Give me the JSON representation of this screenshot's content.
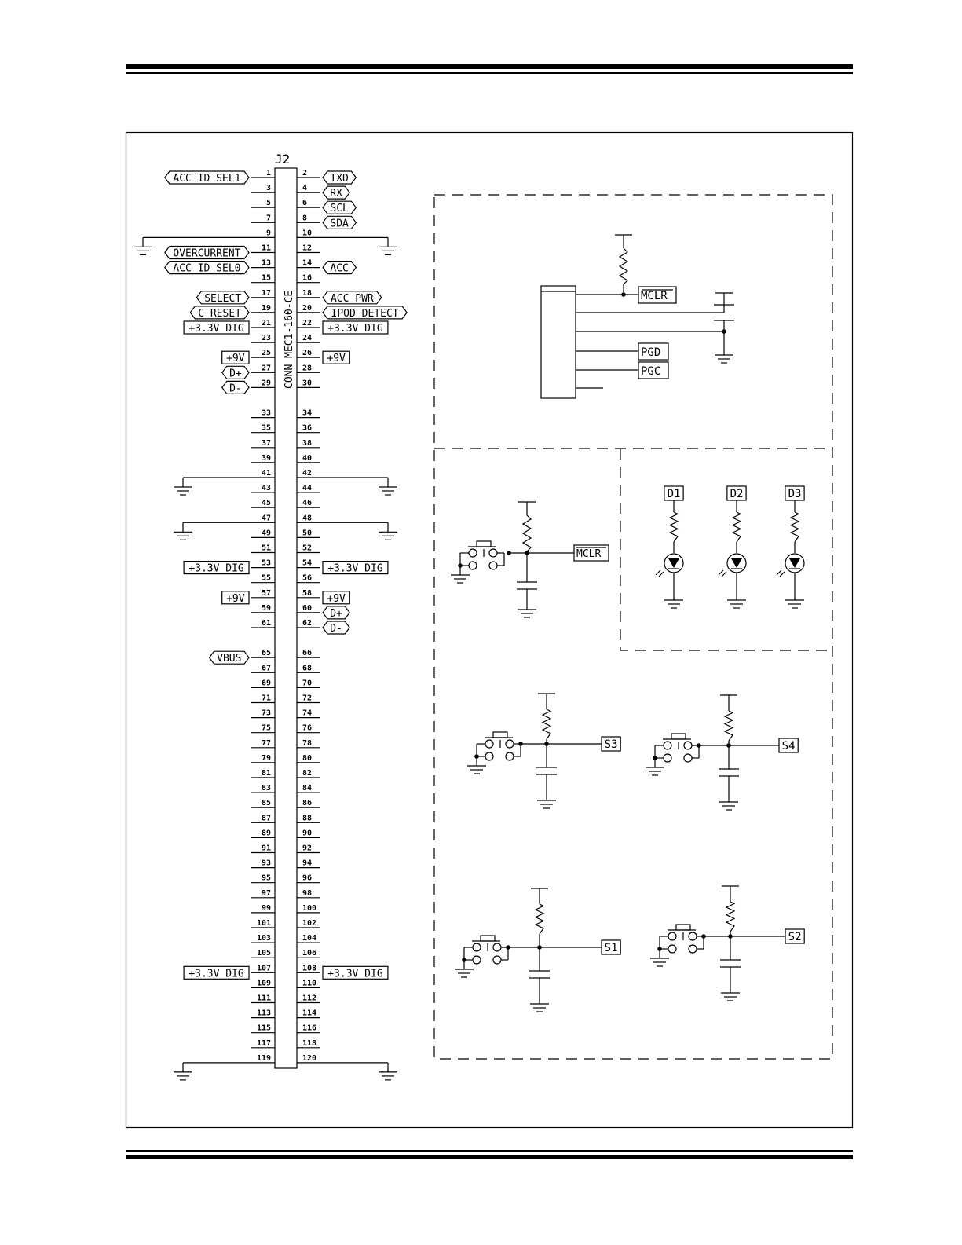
{
  "connector": {
    "ref": "J2",
    "part": "CONN_MEC1-160-CE",
    "odd_pins": [
      "1",
      "3",
      "5",
      "7",
      "9",
      "11",
      "13",
      "15",
      "17",
      "19",
      "21",
      "23",
      "25",
      "27",
      "29",
      "33",
      "35",
      "37",
      "39",
      "41",
      "43",
      "45",
      "47",
      "49",
      "51",
      "53",
      "55",
      "57",
      "59",
      "61",
      "65",
      "67",
      "69",
      "71",
      "73",
      "75",
      "77",
      "79",
      "81",
      "83",
      "85",
      "87",
      "89",
      "91",
      "93",
      "95",
      "97",
      "99",
      "101",
      "103",
      "105",
      "107",
      "109",
      "111",
      "113",
      "115",
      "117",
      "119"
    ],
    "even_pins": [
      "2",
      "4",
      "6",
      "8",
      "10",
      "12",
      "14",
      "16",
      "18",
      "20",
      "22",
      "24",
      "26",
      "28",
      "30",
      "34",
      "36",
      "38",
      "40",
      "42",
      "44",
      "46",
      "48",
      "50",
      "52",
      "54",
      "56",
      "58",
      "60",
      "62",
      "66",
      "68",
      "70",
      "72",
      "74",
      "76",
      "78",
      "80",
      "82",
      "84",
      "86",
      "88",
      "90",
      "92",
      "94",
      "96",
      "98",
      "100",
      "102",
      "104",
      "106",
      "108",
      "110",
      "112",
      "114",
      "116",
      "118",
      "120"
    ],
    "left_nets": [
      {
        "pin": "1",
        "text": "ACC_ID_SEL1",
        "style": "hex"
      },
      {
        "pin": "11",
        "text": "OVERCURRENT",
        "style": "hex"
      },
      {
        "pin": "13",
        "text": "ACC_ID_SEL0",
        "style": "hex"
      },
      {
        "pin": "17",
        "text": "SELECT",
        "style": "hex"
      },
      {
        "pin": "19",
        "text": "C_RESET",
        "style": "hex"
      },
      {
        "pin": "21",
        "text": "+3.3V_DIG",
        "style": "box"
      },
      {
        "pin": "25",
        "text": "+9V",
        "style": "box"
      },
      {
        "pin": "27",
        "text": "D+",
        "style": "hex"
      },
      {
        "pin": "29",
        "text": "D-",
        "style": "hex"
      },
      {
        "pin": "53",
        "text": "+3.3V_DIG",
        "style": "box"
      },
      {
        "pin": "57",
        "text": "+9V",
        "style": "box"
      },
      {
        "pin": "65",
        "text": "VBUS",
        "style": "hex"
      },
      {
        "pin": "107",
        "text": "+3.3V_DIG",
        "style": "box"
      }
    ],
    "right_nets": [
      {
        "pin": "2",
        "text": "TXD",
        "style": "hex"
      },
      {
        "pin": "4",
        "text": "RX",
        "style": "hex"
      },
      {
        "pin": "6",
        "text": "SCL",
        "style": "hex"
      },
      {
        "pin": "8",
        "text": "SDA",
        "style": "hex"
      },
      {
        "pin": "14",
        "text": "ACC",
        "style": "hex"
      },
      {
        "pin": "18",
        "text": "ACC_PWR",
        "style": "hex"
      },
      {
        "pin": "20",
        "text": "IPOD_DETECT",
        "style": "hex"
      },
      {
        "pin": "22",
        "text": "+3.3V_DIG",
        "style": "box"
      },
      {
        "pin": "26",
        "text": "+9V",
        "style": "box"
      },
      {
        "pin": "54",
        "text": "+3.3V_DIG",
        "style": "box"
      },
      {
        "pin": "58",
        "text": "+9V",
        "style": "box"
      },
      {
        "pin": "60",
        "text": "D+",
        "style": "hex"
      },
      {
        "pin": "62",
        "text": "D-",
        "style": "hex"
      },
      {
        "pin": "108",
        "text": "+3.3V_DIG",
        "style": "box"
      }
    ],
    "ground_pins": [
      "9",
      "10",
      "41",
      "42",
      "47",
      "48",
      "119",
      "120"
    ]
  },
  "icsp": {
    "labels": [
      "MCLR",
      "PGD",
      "PGC"
    ]
  },
  "reset_circuit": {
    "label": "MCLR"
  },
  "leds": [
    "D1",
    "D2",
    "D3"
  ],
  "switches": [
    {
      "label": "S3"
    },
    {
      "label": "S4"
    },
    {
      "label": "S1"
    },
    {
      "label": "S2"
    }
  ]
}
